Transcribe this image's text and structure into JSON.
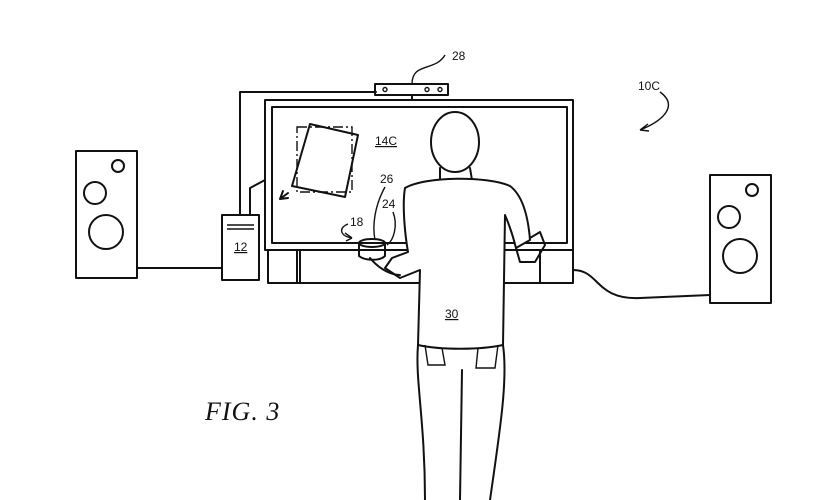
{
  "figure": {
    "title": "FIG. 3",
    "labels": {
      "camera": "28",
      "system": "10C",
      "display_image": "14C",
      "controller_top": "26",
      "controller_side": "24",
      "controller": "18",
      "computer": "12",
      "user": "30"
    }
  }
}
